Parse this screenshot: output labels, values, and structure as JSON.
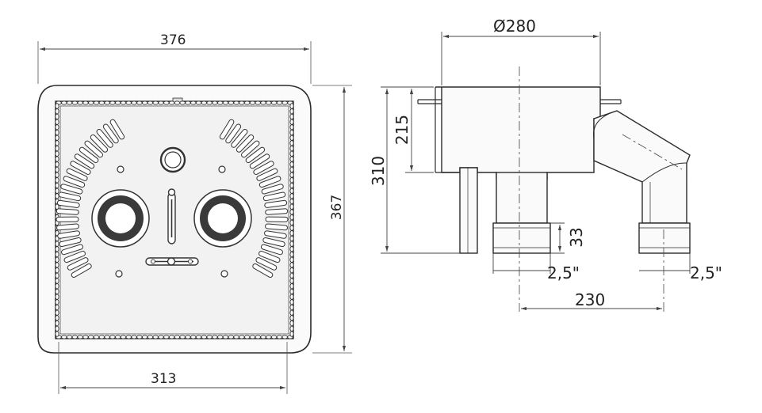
{
  "front_view": {
    "width_top": "376",
    "height_right": "367",
    "width_bottom": "313"
  },
  "side_view": {
    "diameter": "Ø280",
    "height_total": "310",
    "height_upper": "215",
    "socket_length": "33",
    "thread_left": "2,5\"",
    "thread_right": "2,5\"",
    "outlet_spacing": "230"
  },
  "colors": {
    "line": "#2b2b2b",
    "dim_line": "#444444",
    "fill": "#f3f3f3",
    "dark": "#3a3a3a"
  }
}
